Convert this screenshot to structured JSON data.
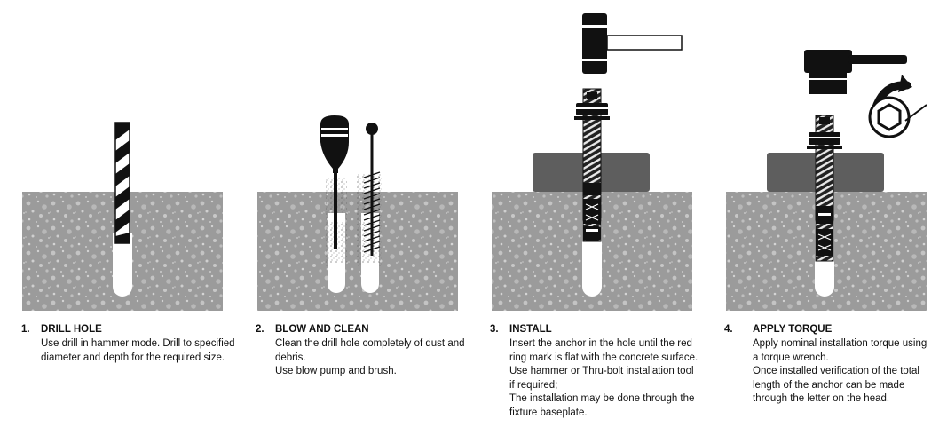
{
  "steps": [
    {
      "number": "1.",
      "title": "DRILL HOLE",
      "lines": [
        "Use drill in hammer mode. Drill to specified",
        "diameter and depth for the required size."
      ]
    },
    {
      "number": "2.",
      "title": "BLOW AND CLEAN",
      "lines": [
        "Clean the drill hole completely of dust and",
        "debris.",
        "Use blow pump and brush."
      ]
    },
    {
      "number": "3.",
      "title": "INSTALL",
      "lines": [
        "Insert the anchor in the hole until the red",
        "ring mark is flat with the concrete surface.",
        "Use hammer or Thru-bolt installation tool",
        "if required;",
        "The installation may be done through the",
        "fixture baseplate."
      ]
    },
    {
      "number": "4.",
      "title": "APPLY TORQUE",
      "lines": [
        "Apply nominal installation torque using",
        "a torque wrench.",
        "Once installed verification of the total",
        "length of the anchor can be made",
        "through the letter on the head."
      ]
    }
  ],
  "colors": {
    "concrete": "#9b9b9b",
    "plate": "#5e5e5e",
    "ink": "#111111"
  },
  "icons": [
    "drill-bit-icon",
    "blow-pump-icon",
    "brush-icon",
    "hammer-icon",
    "torque-wrench-icon",
    "rotation-arrow-icon"
  ]
}
